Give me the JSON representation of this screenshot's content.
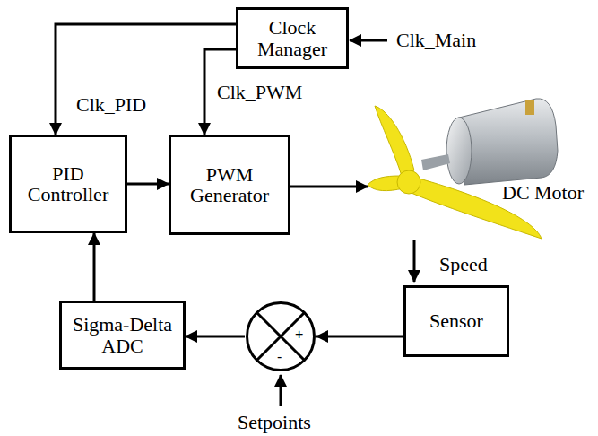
{
  "diagram": {
    "nodes": [
      {
        "text": [
          "Clock Manager"
        ]
      },
      {
        "text": [
          "PID Controller"
        ]
      },
      {
        "text": [
          "PWM Generator"
        ]
      },
      {
        "text": [
          "Sensor"
        ]
      },
      {
        "text": [
          "Sigma-Delta ADC"
        ]
      },
      {
        "text": [
          "+",
          "-"
        ]
      }
    ],
    "edges": [
      {
        "from": 0,
        "to": 1,
        "arrow": "to"
      },
      {
        "from": 0,
        "to": 2,
        "arrow": "to"
      },
      {
        "from": 1,
        "to": 2,
        "arrow": "to"
      },
      {
        "from": 3,
        "to": 5,
        "arrow": "to"
      },
      {
        "from": 5,
        "to": 4,
        "arrow": "to"
      },
      {
        "from": 4,
        "to": 1,
        "arrow": "to"
      }
    ],
    "labels": [
      "Clk_Main",
      "Clk_PID",
      "Clk_PWM",
      "DC Motor",
      "Speed",
      "Setpoints"
    ]
  }
}
